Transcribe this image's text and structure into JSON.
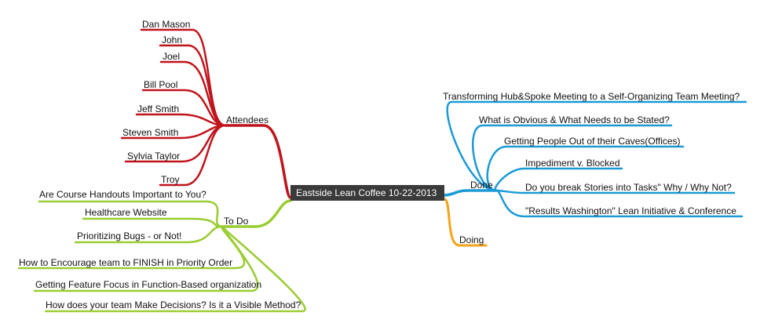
{
  "central": {
    "label": "Eastside Lean Coffee 10-22-2013"
  },
  "colors": {
    "attendees": "#c0141c",
    "todo": "#9acd32",
    "done": "#1b9ad6",
    "doing": "#f5a31a",
    "central_bg": "#3a3a3a"
  },
  "branches": {
    "attendees": {
      "label": "Attendees",
      "items": [
        "Dan Mason",
        "John",
        "Joel",
        "Bill Pool",
        "Jeff Smith",
        "Steven Smith",
        "Sylvia Taylor",
        "Troy"
      ]
    },
    "todo": {
      "label": "To Do",
      "items": [
        "Are Course Handouts Important to You?",
        "Healthcare Website",
        "Prioritizing Bugs - or Not!",
        "How to Encourage team to FINISH in Priority Order",
        "Getting Feature Focus in Function-Based organization",
        "How does your team Make Decisions? Is it a Visible Method?"
      ]
    },
    "done": {
      "label": "Done",
      "items": [
        "Transforming Hub&Spoke Meeting to a Self-Organizing Team Meeting?",
        "What is Obvious & What Needs to be Stated?",
        "Getting People Out of their Caves(Offices)",
        "Impediment v. Blocked",
        "Do you break Stories into Tasks\" Why / Why Not?",
        "\"Results Washington\" Lean Initiative & Conference"
      ]
    },
    "doing": {
      "label": "Doing",
      "items": []
    }
  }
}
